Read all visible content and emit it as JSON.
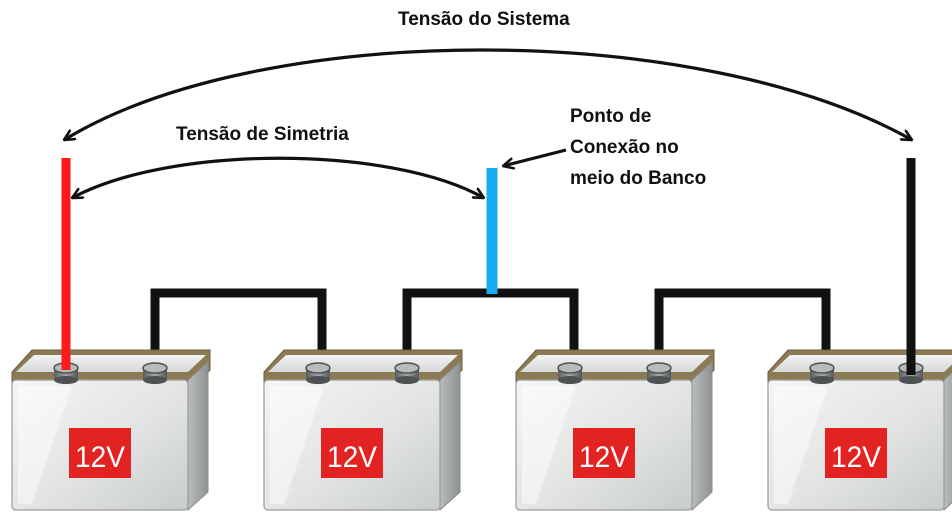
{
  "labels": {
    "system_voltage": "Tensão do Sistema",
    "symmetry_voltage": "Tensão de Simetria",
    "connection_point_lines": [
      "Ponto de",
      "Conexão no",
      "meio do Banco"
    ]
  },
  "batteries": [
    {
      "voltage_label": "12V"
    },
    {
      "voltage_label": "12V"
    },
    {
      "voltage_label": "12V"
    },
    {
      "voltage_label": "12V"
    }
  ],
  "wires": {
    "positive": "#ff1a1a",
    "negative": "#111111",
    "midpoint": "#19aaf0"
  },
  "colors": {
    "badge": "#e32222",
    "battery_body": "#e4e6e6",
    "battery_base": "#8c7a55"
  }
}
